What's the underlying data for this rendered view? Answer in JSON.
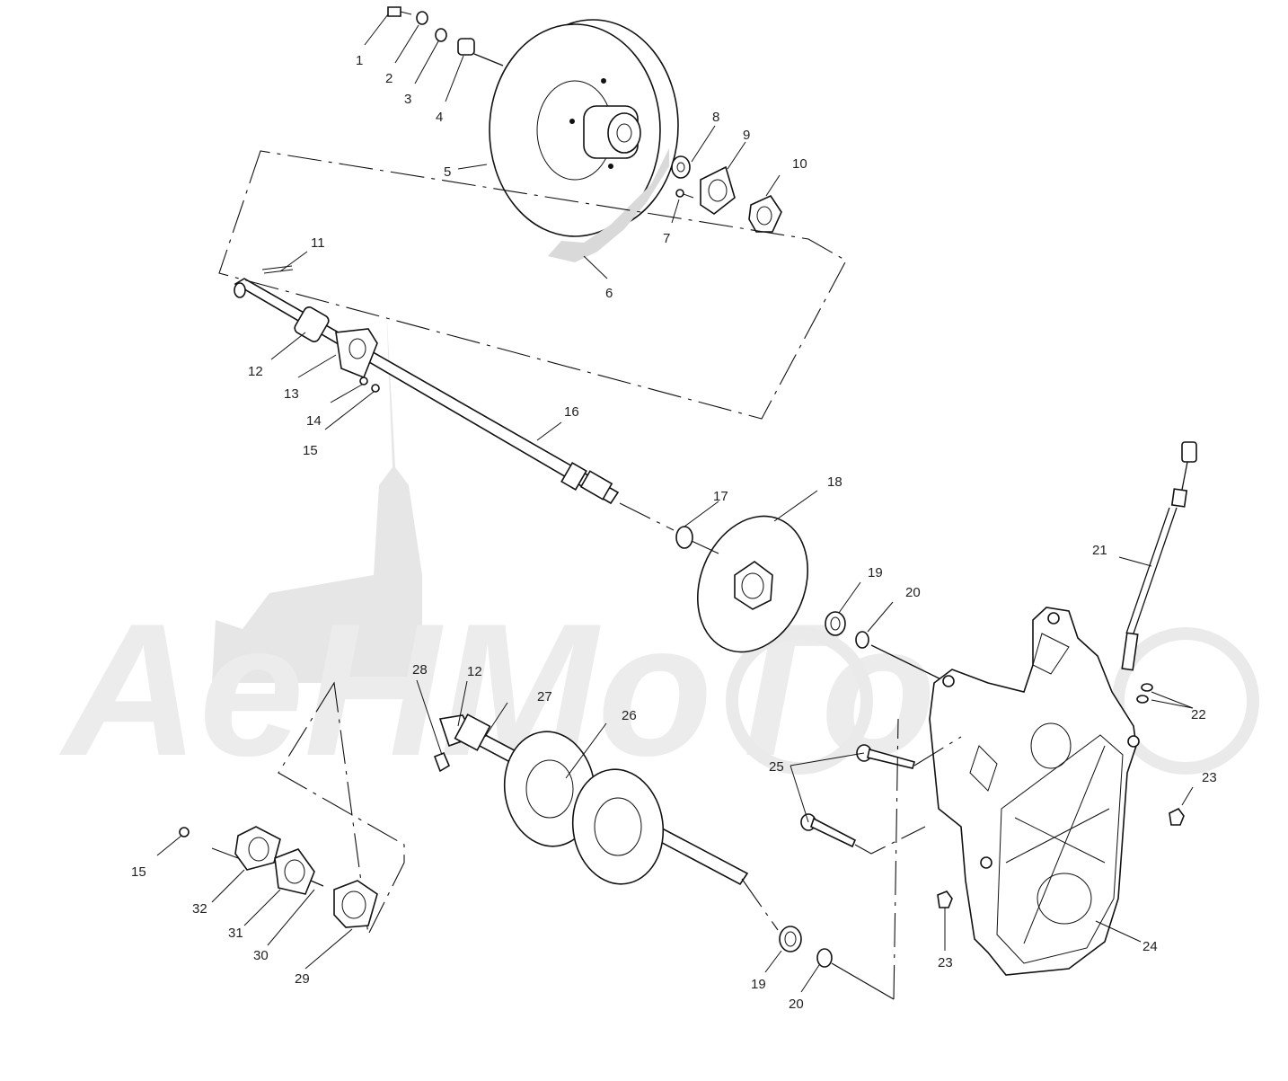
{
  "watermark": {
    "text": "AeHMoTo",
    "color": "#e6e6e6"
  },
  "callouts": [
    {
      "id": "c1",
      "text": "1"
    },
    {
      "id": "c2",
      "text": "2"
    },
    {
      "id": "c3",
      "text": "3"
    },
    {
      "id": "c4",
      "text": "4"
    },
    {
      "id": "c5",
      "text": "5"
    },
    {
      "id": "c6",
      "text": "6"
    },
    {
      "id": "c7",
      "text": "7"
    },
    {
      "id": "c8",
      "text": "8"
    },
    {
      "id": "c9",
      "text": "9"
    },
    {
      "id": "c10",
      "text": "10"
    },
    {
      "id": "c11",
      "text": "11"
    },
    {
      "id": "c12a",
      "text": "12"
    },
    {
      "id": "c13",
      "text": "13"
    },
    {
      "id": "c14",
      "text": "14"
    },
    {
      "id": "c15a",
      "text": "15"
    },
    {
      "id": "c16",
      "text": "16"
    },
    {
      "id": "c17",
      "text": "17"
    },
    {
      "id": "c18",
      "text": "18"
    },
    {
      "id": "c19a",
      "text": "19"
    },
    {
      "id": "c20a",
      "text": "20"
    },
    {
      "id": "c21",
      "text": "21"
    },
    {
      "id": "c22",
      "text": "22"
    },
    {
      "id": "c23a",
      "text": "23"
    },
    {
      "id": "c24",
      "text": "24"
    },
    {
      "id": "c25",
      "text": "25"
    },
    {
      "id": "c26",
      "text": "26"
    },
    {
      "id": "c27",
      "text": "27"
    },
    {
      "id": "c28",
      "text": "28"
    },
    {
      "id": "c12b",
      "text": "12"
    },
    {
      "id": "c15b",
      "text": "15"
    },
    {
      "id": "c32",
      "text": "32"
    },
    {
      "id": "c31",
      "text": "31"
    },
    {
      "id": "c30",
      "text": "30"
    },
    {
      "id": "c29",
      "text": "29"
    },
    {
      "id": "c19b",
      "text": "19"
    },
    {
      "id": "c20b",
      "text": "20"
    },
    {
      "id": "c23b",
      "text": "23"
    }
  ]
}
